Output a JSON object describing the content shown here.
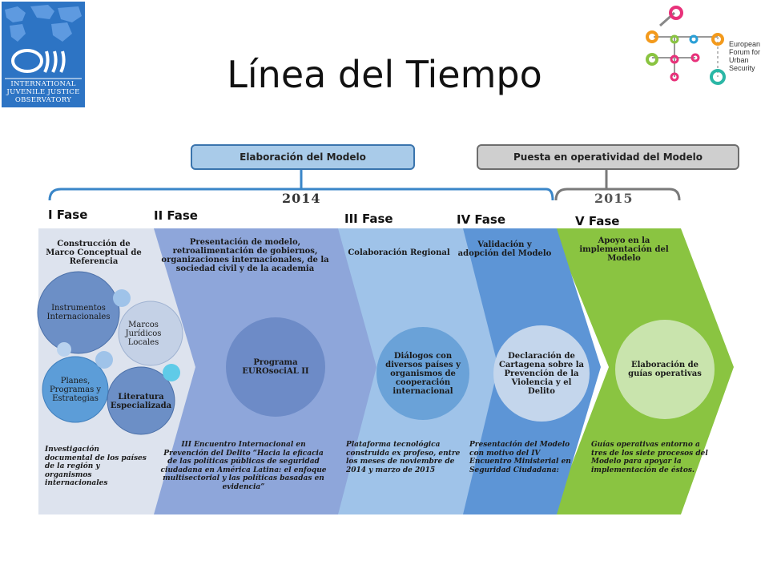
{
  "title": "Línea del Tiempo",
  "logos": {
    "ojj": {
      "lines": [
        "INTERNATIONAL",
        "JUVENILE JUSTICE",
        "OBSERVATORY"
      ]
    },
    "efus": {
      "lines": [
        "European",
        "Forum for",
        "Urban",
        "Security"
      ]
    }
  },
  "groups": {
    "modelo": "Elaboración del Modelo",
    "operatividad": "Puesta en operatividad del Modelo",
    "year_2014": "2014",
    "year_2015": "2015"
  },
  "phases": [
    {
      "label": "I Fase",
      "title": "Construcción de Marco Conceptual de Referencia",
      "bubbles": [
        "Instrumentos Internacionales",
        "Marcos Jurídicos Locales",
        "Planes, Programas y Estrategias",
        "Literatura Especializada"
      ],
      "footer": "Investigación documental de los países de la región y organismos internacionales",
      "color": "#dde3ee"
    },
    {
      "label": "II Fase",
      "title": "Presentación de modelo, retroalimentación de gobiernos, organizaciones internacionales, de la sociedad civil y de la academia",
      "circle": "Programa EUROsociAL II",
      "footer": "III Encuentro Internacional en Prevención del Delito “Hacia la eficacia de las políticas públicas de seguridad ciudadana en América Latina: el enfoque multisectorial y las políticas basadas en evidencia”",
      "color": "#8ea6da"
    },
    {
      "label": "III Fase",
      "title": "Colaboración Regional",
      "circle": "Diálogos con diversos países y organismos de cooperación internacional",
      "footer": "Plataforma tecnológica construida ex profeso, entre los meses de noviembre de 2014 y marzo de 2015",
      "color": "#9fc3e9"
    },
    {
      "label": "IV Fase",
      "title": "Validación y adopción del Modelo",
      "circle": "Declaración de Cartagena sobre la Prevención de la Violencia y el Delito",
      "footer": "Presentación del Modelo con motivo del IV Encuentro Ministerial en Seguridad Ciudadana:",
      "color": "#5d95d6"
    },
    {
      "label": "V Fase",
      "title": "Apoyo en la implementación del Modelo",
      "circle": "Elaboración de guías operativas",
      "footer": "Guías operativas entorno a tres de los siete procesos del Modelo para apoyar la implementación de éstos.",
      "color": "#8ac441"
    }
  ]
}
